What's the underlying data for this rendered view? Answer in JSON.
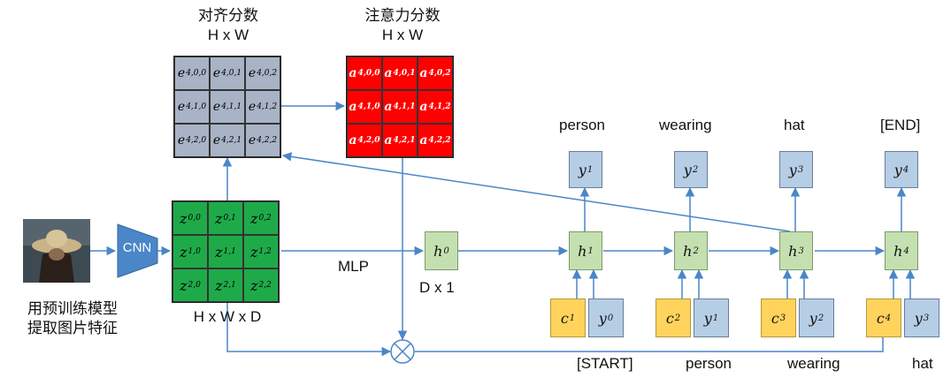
{
  "align": {
    "title": "对齐分数",
    "dims": "H x W",
    "rows": [
      [
        "e",
        "4,0,0",
        "4,0,1",
        "4,0,2"
      ],
      [
        "e",
        "4,1,0",
        "4,1,1",
        "4,1,2"
      ],
      [
        "e",
        "4,2,0",
        "4,2,1",
        "4,2,2"
      ]
    ]
  },
  "attn": {
    "title": "注意力分数",
    "dims": "H x W",
    "rows": [
      [
        "a",
        "4,0,0",
        "4,0,1",
        "4,0,2"
      ],
      [
        "a",
        "4,1,0",
        "4,1,1",
        "4,1,2"
      ],
      [
        "a",
        "4,2,0",
        "4,2,1",
        "4,2,2"
      ]
    ]
  },
  "features": {
    "dims": "H x W x D",
    "rows": [
      [
        "z",
        "0,0",
        "0,1",
        "0,2"
      ],
      [
        "z",
        "1,0",
        "1,1",
        "1,2"
      ],
      [
        "z",
        "2,0",
        "2,1",
        "2,2"
      ]
    ]
  },
  "pretrained_caption": [
    "用预训练模型",
    "提取图片特征"
  ],
  "cnn_label": "CNN",
  "mlp_label": "MLP",
  "h0": {
    "sym": "h",
    "sub": "0",
    "dims": "D x 1"
  },
  "steps": [
    {
      "h": "1",
      "y_out": "1",
      "c": "1",
      "y_in": "0",
      "out_word": "person",
      "in_word": "[START]"
    },
    {
      "h": "2",
      "y_out": "2",
      "c": "2",
      "y_in": "1",
      "out_word": "wearing",
      "in_word": "person"
    },
    {
      "h": "3",
      "y_out": "3",
      "c": "3",
      "y_in": "2",
      "out_word": "hat",
      "in_word": "wearing"
    },
    {
      "h": "4",
      "y_out": "4",
      "c": "4",
      "y_in": "3",
      "out_word": "[END]",
      "in_word": "hat"
    }
  ],
  "colors": {
    "arrow": "#4a86c8",
    "align_cell": "#a9b3c6",
    "attn_cell": "#ff0000",
    "feature_cell": "#1faa4a",
    "y_box": "#b6cde6",
    "h_box": "#c5e0b0",
    "c_box": "#ffd35c",
    "cnn": "#4a86c8"
  }
}
